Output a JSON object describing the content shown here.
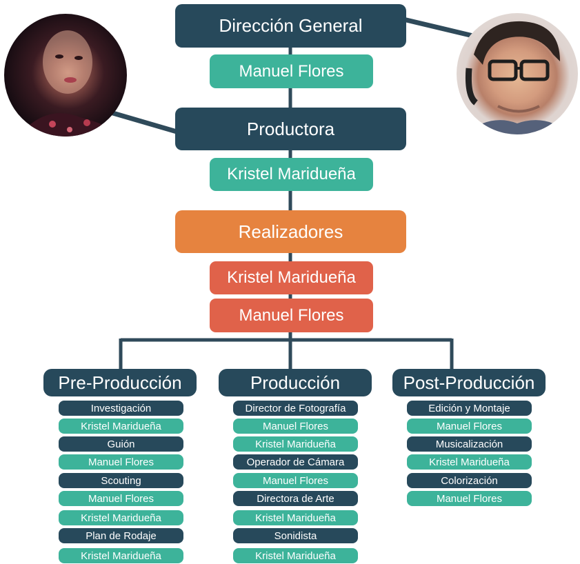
{
  "top": {
    "direccion_label": "Dirección General",
    "direccion_person": "Manuel Flores",
    "productora_label": "Productora",
    "productora_person": "Kristel Mariduеña",
    "realizadores_label": "Realizadores",
    "realizadores_people": [
      "Kristel Mariduеña",
      "Manuel Flores"
    ]
  },
  "columns": [
    {
      "title": "Pre-Producción",
      "items": [
        {
          "text": "Investigación",
          "kind": "role"
        },
        {
          "text": "Kristel Mariduеña",
          "kind": "person"
        },
        {
          "text": "Guión",
          "kind": "role"
        },
        {
          "text": "Manuel Flores",
          "kind": "person"
        },
        {
          "text": "Scouting",
          "kind": "role"
        },
        {
          "text": "Manuel Flores",
          "kind": "person"
        },
        {
          "text": "Kristel Mariduеña",
          "kind": "person"
        },
        {
          "text": "Plan de Rodaje",
          "kind": "role"
        },
        {
          "text": "Kristel Mariduеña",
          "kind": "person"
        }
      ]
    },
    {
      "title": "Producción",
      "items": [
        {
          "text": "Director de Fotografía",
          "kind": "role"
        },
        {
          "text": "Manuel Flores",
          "kind": "person"
        },
        {
          "text": "Kristel Mariduеña",
          "kind": "person"
        },
        {
          "text": "Operador de Cámara",
          "kind": "role"
        },
        {
          "text": "Manuel Flores",
          "kind": "person"
        },
        {
          "text": "Directora de Arte",
          "kind": "role"
        },
        {
          "text": "Kristel Mariduеña",
          "kind": "person"
        },
        {
          "text": "Sonidista",
          "kind": "role"
        },
        {
          "text": "Kristel Mariduеña",
          "kind": "person"
        }
      ]
    },
    {
      "title": "Post-Producción",
      "items": [
        {
          "text": "Edición y Montaje",
          "kind": "role"
        },
        {
          "text": "Manuel Flores",
          "kind": "person"
        },
        {
          "text": "Musicalización",
          "kind": "role"
        },
        {
          "text": "Kristel Mariduеña",
          "kind": "person"
        },
        {
          "text": "Colorización",
          "kind": "role"
        },
        {
          "text": "Manuel Flores",
          "kind": "person"
        }
      ]
    }
  ],
  "colors": {
    "dark": "#27495b",
    "teal": "#3db39a",
    "orange": "#e6833f",
    "red": "#e0624a",
    "line": "#2f4a5a"
  }
}
